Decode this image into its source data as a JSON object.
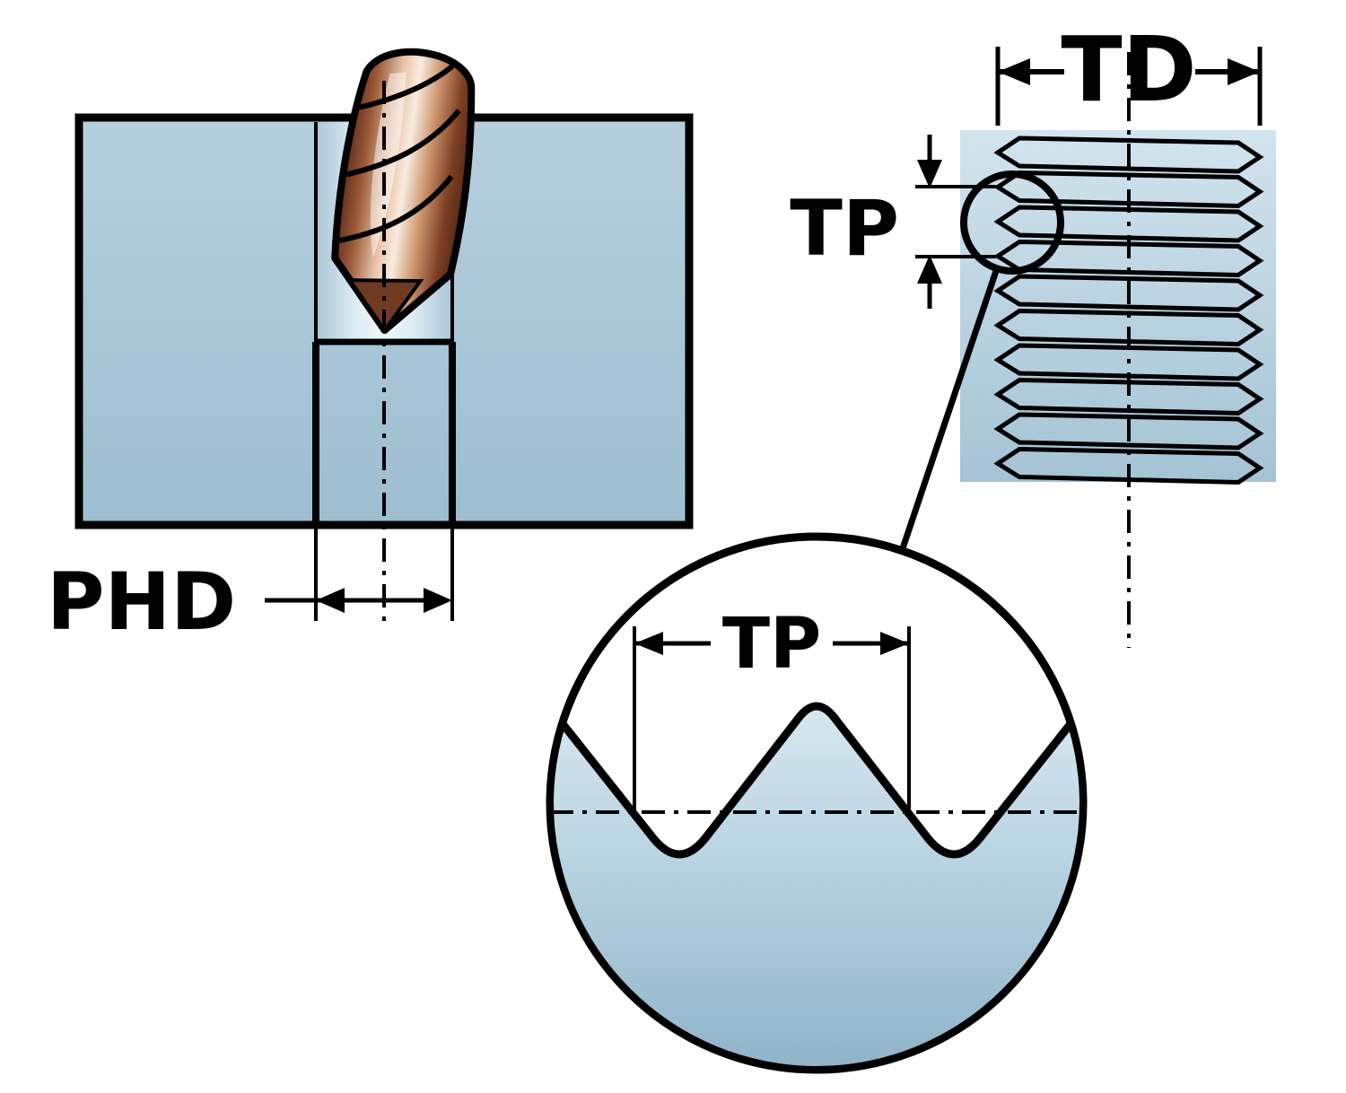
{
  "diagram": {
    "title_hint": "thread-milling-parameters-diagram",
    "labels": {
      "pilot_hole_diameter": "PHD",
      "thread_diameter": "TD",
      "thread_pitch": "TP",
      "thread_pitch_detail": "TP"
    },
    "thread": {
      "visible_rows": 10
    },
    "colors": {
      "material_blue": "#a9c6d6",
      "material_blue_light": "#cfe3ee",
      "slot_highlight": "#f2f8fb",
      "detail_fill_top": "#dceaf2",
      "detail_fill_bottom": "#8fb3c9",
      "outline": "#000000",
      "tool_copper_dark": "#5f2d18",
      "tool_copper_mid": "#c98a5e",
      "tool_copper_light": "#f8ece0"
    }
  }
}
